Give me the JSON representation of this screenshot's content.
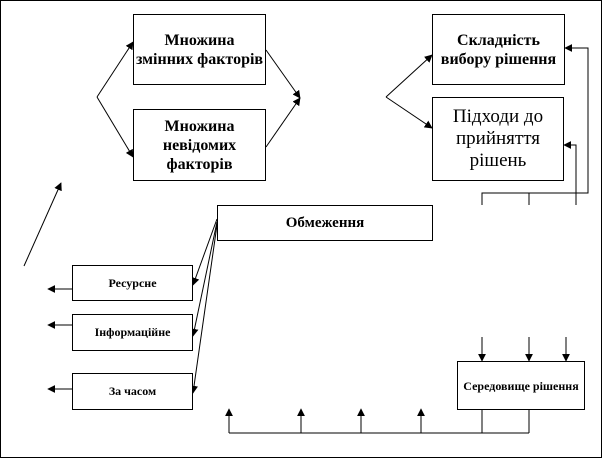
{
  "boxes": {
    "variable_factors": "Множина змінних факторів",
    "unknown_factors": "Множина невідомих факторів",
    "choice_complexity": "Складність вибору рішення",
    "decision_approaches": "Підходи до прийняття рішень",
    "constraints": "Обмеження",
    "resource": "Ресурсне",
    "informational": "Інформаційне",
    "time": "За часом",
    "decision_environment": "Середовище рішення"
  }
}
